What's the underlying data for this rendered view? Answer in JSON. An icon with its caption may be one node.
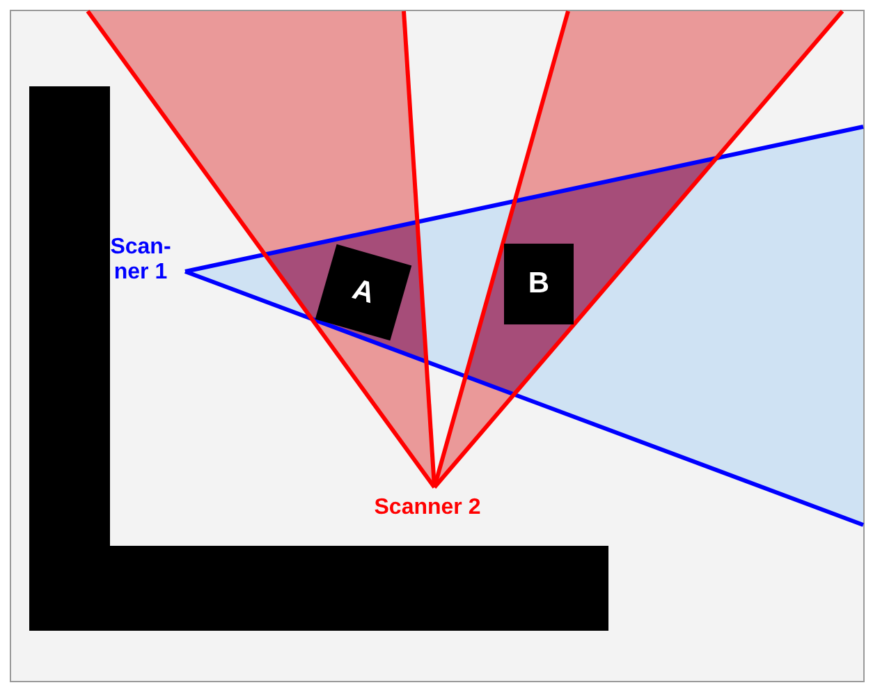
{
  "diagram": {
    "nodes": [
      {
        "text": [
          "A"
        ]
      },
      {
        "text": [
          "B"
        ]
      }
    ],
    "labels": [
      "Scan- ner 1",
      "Scanner 2"
    ]
  }
}
